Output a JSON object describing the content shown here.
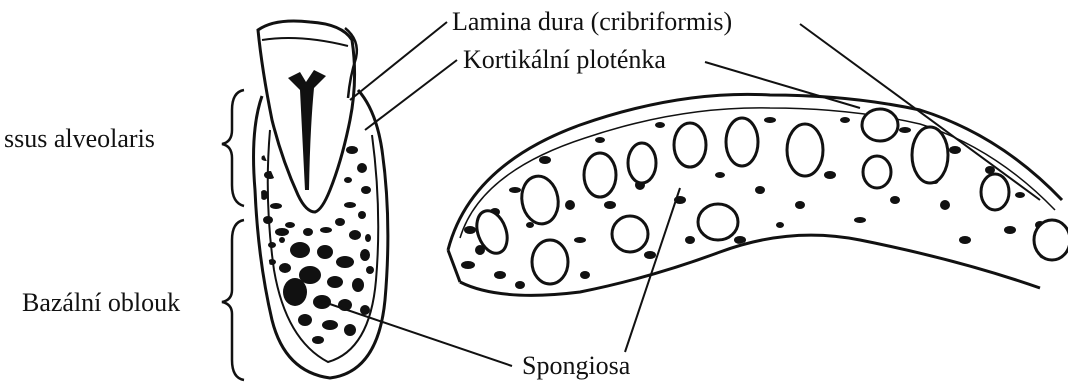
{
  "labels": {
    "lamina_dura": "Lamina dura (cribriformis)",
    "kortikalni_plotenka": "Kortikální ploténka",
    "processus_alveolaris": "ssus alveolaris",
    "bazalni_oblouk": "Bazální oblouk",
    "spongiosa": "Spongiosa"
  },
  "colors": {
    "ink": "#111111",
    "paper": "#ffffff"
  }
}
